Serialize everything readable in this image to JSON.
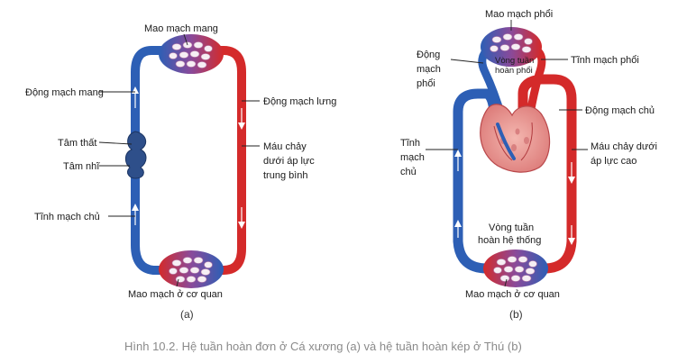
{
  "colors": {
    "deoxygenated": "#2d5fb5",
    "oxygenated": "#d42a2a",
    "heart_a": "#2e4f8a",
    "heart_b": "#e58a8a",
    "capillary_cell": "#f6eef4",
    "caption": "#8a8a8a"
  },
  "diagram_a": {
    "gill_capillaries": "Mao mạch mang",
    "gill_artery": "Động mạch mang",
    "dorsal_aorta": "Động mạch lưng",
    "ventricle": "Tâm thất",
    "atrium": "Tâm nhĩ",
    "pressure_line1": "Máu chảy",
    "pressure_line2": "dưới áp lực",
    "pressure_line3": "trung bình",
    "vena_cava": "Tĩnh mạch chủ",
    "organ_capillaries": "Mao mạch ở cơ quan",
    "sublabel": "(a)"
  },
  "diagram_b": {
    "lung_capillaries": "Mao mạch phổi",
    "pulmonary_artery_line1": "Động",
    "pulmonary_artery_line2": "mạch",
    "pulmonary_artery_line3": "phổi",
    "pulmonary_circuit_line1": "Vòng tuần",
    "pulmonary_circuit_line2": "hoàn phổi",
    "pulmonary_vein": "Tĩnh mạch phổi",
    "aorta": "Động mạch chủ",
    "pressure_line1": "Máu chảy dưới",
    "pressure_line2": "áp lực cao",
    "vena_cava_line1": "Tĩnh",
    "vena_cava_line2": "mạch",
    "vena_cava_line3": "chủ",
    "systemic_circuit_line1": "Vòng tuần",
    "systemic_circuit_line2": "hoàn hệ thống",
    "organ_capillaries": "Mao mạch ở cơ quan",
    "sublabel": "(b)"
  },
  "caption": "Hình 10.2. Hệ tuần hoàn đơn ở Cá xương (a) và hệ tuần hoàn kép ở Thú (b)"
}
